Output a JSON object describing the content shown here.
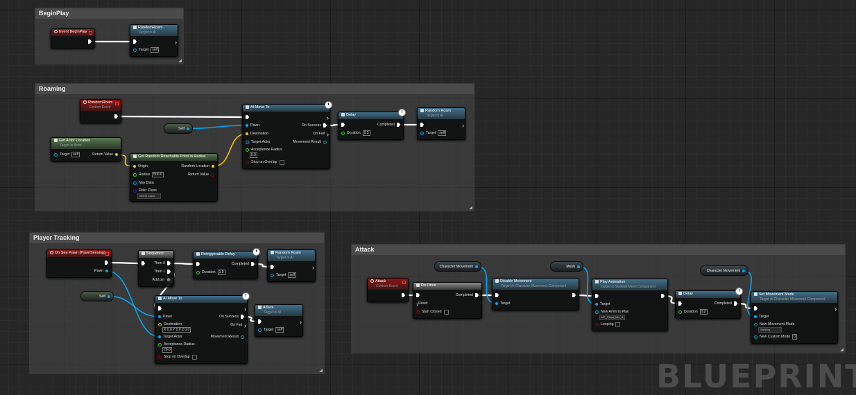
{
  "watermark": "BLUEPRINT",
  "colors": {
    "exec": "#ffffff",
    "object": "#00a8f4",
    "vector": "#fdc500",
    "float": "#3cd330",
    "bool": "#930000",
    "struct": "#00a0a0",
    "class": "#5b00d8"
  },
  "comments": [
    {
      "title": "BeginPlay"
    },
    {
      "title": "Roaming"
    },
    {
      "title": "Player Tracking"
    },
    {
      "title": "Attack"
    }
  ],
  "nodes": [
    {
      "title": "Event BeginPlay",
      "type": "event",
      "rows": [
        {
          "r": {
            "kind": "exec"
          }
        }
      ]
    },
    {
      "title": "RandomRoam",
      "subtitle": "Target is AI",
      "type": "func",
      "rows": [
        {
          "l": {
            "kind": "exec"
          },
          "r": {
            "kind": "exec",
            "hollow": true
          }
        },
        {
          "l": {
            "kind": "object",
            "hollow": true,
            "label": "Target",
            "value": "self"
          }
        }
      ]
    },
    {
      "title": "RandomRoam",
      "subtitle": "Custom Event",
      "type": "event",
      "rows": [
        {
          "r": {
            "kind": "exec"
          }
        }
      ]
    },
    {
      "pill": "Self",
      "kind": "object"
    },
    {
      "title": "Get Actor Location",
      "subtitle": "Target is Actor",
      "type": "pure",
      "rows": [
        {
          "l": {
            "kind": "object",
            "hollow": true,
            "label": "Target",
            "value": "self"
          },
          "r": {
            "kind": "vector",
            "label": "Return Value"
          }
        }
      ]
    },
    {
      "title": "Get Random Reachable Point in Radius",
      "type": "pure",
      "rows": [
        {
          "l": {
            "kind": "vector",
            "label": "Origin"
          },
          "r": {
            "kind": "vector",
            "label": "Random Location"
          }
        },
        {
          "l": {
            "kind": "float",
            "hollow": true,
            "label": "Radius",
            "value": "500.0"
          },
          "r": {
            "kind": "bool",
            "hollow": true,
            "label": "Return Value"
          }
        },
        {
          "l": {
            "kind": "object",
            "hollow": true,
            "label": "Nav Data"
          }
        },
        {
          "l": {
            "kind": "class",
            "hollow": true,
            "label": "Filter Class",
            "dropdown": "Select Class",
            "below": true
          }
        }
      ]
    },
    {
      "title": "AI Move To",
      "type": "func",
      "latent": true,
      "rows": [
        {
          "l": {
            "kind": "exec"
          },
          "r": {
            "kind": "exec",
            "hollow": true
          }
        },
        {
          "l": {
            "kind": "object",
            "label": "Pawn"
          },
          "r": {
            "kind": "exec",
            "label": "On Success"
          }
        },
        {
          "l": {
            "kind": "vector",
            "label": "Destination"
          },
          "r": {
            "kind": "exec",
            "hollow": true,
            "label": "On Fail"
          }
        },
        {
          "l": {
            "kind": "object",
            "hollow": true,
            "label": "Target Actor"
          },
          "r": {
            "kind": "struct",
            "hollow": true,
            "label": "Movement Result"
          }
        },
        {
          "l": {
            "kind": "float",
            "hollow": true,
            "label": "Acceptance Radius",
            "value": "5.0",
            "below": true
          }
        },
        {
          "l": {
            "kind": "bool",
            "hollow": true,
            "label": "Stop on Overlap",
            "check": true
          }
        }
      ]
    },
    {
      "title": "Delay",
      "type": "func",
      "latent": true,
      "rows": [
        {
          "l": {
            "kind": "exec"
          },
          "r": {
            "kind": "exec",
            "label": "Completed"
          }
        },
        {
          "l": {
            "kind": "float",
            "hollow": true,
            "label": "Duration",
            "value": "0.2"
          }
        }
      ]
    },
    {
      "title": "Random Roam",
      "subtitle": "Target is AI",
      "type": "func",
      "rows": [
        {
          "l": {
            "kind": "exec"
          },
          "r": {
            "kind": "exec",
            "hollow": true
          }
        },
        {
          "l": {
            "kind": "object",
            "hollow": true,
            "label": "Target",
            "value": "self"
          }
        }
      ]
    },
    {
      "title": "On See Pawn (PawnSensing)",
      "type": "event",
      "rows": [
        {
          "r": {
            "kind": "exec"
          }
        },
        {
          "r": {
            "kind": "object",
            "label": "Pawn"
          }
        }
      ]
    },
    {
      "title": "Sequence",
      "type": "macro",
      "rows": [
        {
          "l": {
            "kind": "exec"
          },
          "r": {
            "kind": "exec",
            "label": "Then 0"
          }
        },
        {
          "r": {
            "kind": "exec",
            "label": "Then 1"
          }
        },
        {
          "r": {
            "kind": "addpin",
            "label": "Add pin",
            "icon": "⊕"
          }
        }
      ]
    },
    {
      "title": "Retriggerable Delay",
      "type": "func",
      "latent": true,
      "rows": [
        {
          "l": {
            "kind": "exec"
          },
          "r": {
            "kind": "exec",
            "label": "Completed"
          }
        },
        {
          "l": {
            "kind": "float",
            "hollow": true,
            "label": "Duration",
            "value": "1.0"
          }
        }
      ]
    },
    {
      "title": "Random Roam",
      "subtitle": "Target is AI",
      "type": "func",
      "rows": [
        {
          "l": {
            "kind": "exec"
          },
          "r": {
            "kind": "exec",
            "hollow": true
          }
        },
        {
          "l": {
            "kind": "object",
            "hollow": true,
            "label": "Target",
            "value": "self"
          }
        }
      ]
    },
    {
      "pill": "Self",
      "kind": "object"
    },
    {
      "title": "AI Move To",
      "type": "func",
      "latent": true,
      "rows": [
        {
          "l": {
            "kind": "exec"
          },
          "r": {
            "kind": "exec",
            "hollow": true
          }
        },
        {
          "l": {
            "kind": "object",
            "label": "Pawn"
          },
          "r": {
            "kind": "exec",
            "label": "On Success"
          }
        },
        {
          "l": {
            "kind": "vector",
            "hollow": true,
            "label": "Destination",
            "value": "X 0.0  Y 0.0  Z 0.0",
            "below": true
          },
          "r": {
            "kind": "exec",
            "hollow": true,
            "label": "On Fail"
          }
        },
        {
          "l": {
            "kind": "object",
            "label": "Target Actor"
          },
          "r": {
            "kind": "struct",
            "hollow": true,
            "label": "Movement Result"
          }
        },
        {
          "l": {
            "kind": "float",
            "hollow": true,
            "label": "Acceptance Radius",
            "value": "70.0",
            "below": true
          }
        },
        {
          "l": {
            "kind": "bool",
            "hollow": true,
            "label": "Stop on Overlap",
            "check": true
          }
        }
      ]
    },
    {
      "title": "Attack",
      "subtitle": "Target is AI",
      "type": "func",
      "rows": [
        {
          "l": {
            "kind": "exec"
          },
          "r": {
            "kind": "exec",
            "hollow": true
          }
        },
        {
          "l": {
            "kind": "object",
            "hollow": true,
            "label": "Target",
            "value": "self"
          }
        }
      ]
    },
    {
      "title": "Attack",
      "subtitle": "Custom Event",
      "type": "event",
      "rows": [
        {
          "r": {
            "kind": "exec"
          }
        }
      ]
    },
    {
      "title": "Do Once",
      "type": "macro",
      "rows": [
        {
          "l": {
            "kind": "exec"
          },
          "r": {
            "kind": "exec",
            "label": "Completed"
          }
        },
        {
          "l": {
            "kind": "exec",
            "hollow": true,
            "label": "Reset"
          }
        },
        {
          "l": {
            "kind": "bool",
            "hollow": true,
            "label": "Start Closed",
            "check": true
          }
        }
      ]
    },
    {
      "pill": "Character Movement",
      "kind": "object"
    },
    {
      "title": "Disable Movement",
      "subtitle": "Target is Character Movement Component",
      "type": "func",
      "rows": [
        {
          "l": {
            "kind": "exec"
          },
          "r": {
            "kind": "exec"
          }
        },
        {
          "l": {
            "kind": "object",
            "label": "Target"
          }
        }
      ]
    },
    {
      "pill": "Mesh",
      "kind": "object"
    },
    {
      "title": "Play Animation",
      "subtitle": "Target is Skeletal Mesh Component",
      "type": "func",
      "rows": [
        {
          "l": {
            "kind": "exec"
          },
          "r": {
            "kind": "exec"
          }
        },
        {
          "l": {
            "kind": "object",
            "label": "Target"
          }
        },
        {
          "l": {
            "kind": "object",
            "hollow": true,
            "label": "New Anim to Play",
            "dropdown": "MF_Pistol_Idle_A",
            "below": true
          }
        },
        {
          "l": {
            "kind": "bool",
            "hollow": true,
            "label": "Looping",
            "check": true
          }
        }
      ]
    },
    {
      "title": "Delay",
      "type": "func",
      "latent": true,
      "rows": [
        {
          "l": {
            "kind": "exec"
          },
          "r": {
            "kind": "exec",
            "label": "Completed"
          }
        },
        {
          "l": {
            "kind": "float",
            "hollow": true,
            "label": "Duration",
            "value": "0.2"
          }
        }
      ]
    },
    {
      "pill": "Character Movement",
      "kind": "object"
    },
    {
      "title": "Set Movement Mode",
      "subtitle": "Target is Character Movement Component",
      "type": "func",
      "rows": [
        {
          "l": {
            "kind": "exec"
          },
          "r": {
            "kind": "exec",
            "hollow": true
          }
        },
        {
          "l": {
            "kind": "object",
            "label": "Target"
          }
        },
        {
          "l": {
            "kind": "struct",
            "hollow": true,
            "label": "New Movement Mode",
            "dropdown": "Walking",
            "below": true
          }
        },
        {
          "l": {
            "kind": "struct",
            "hollow": true,
            "label": "New Custom Mode",
            "value": "0"
          }
        }
      ]
    }
  ]
}
